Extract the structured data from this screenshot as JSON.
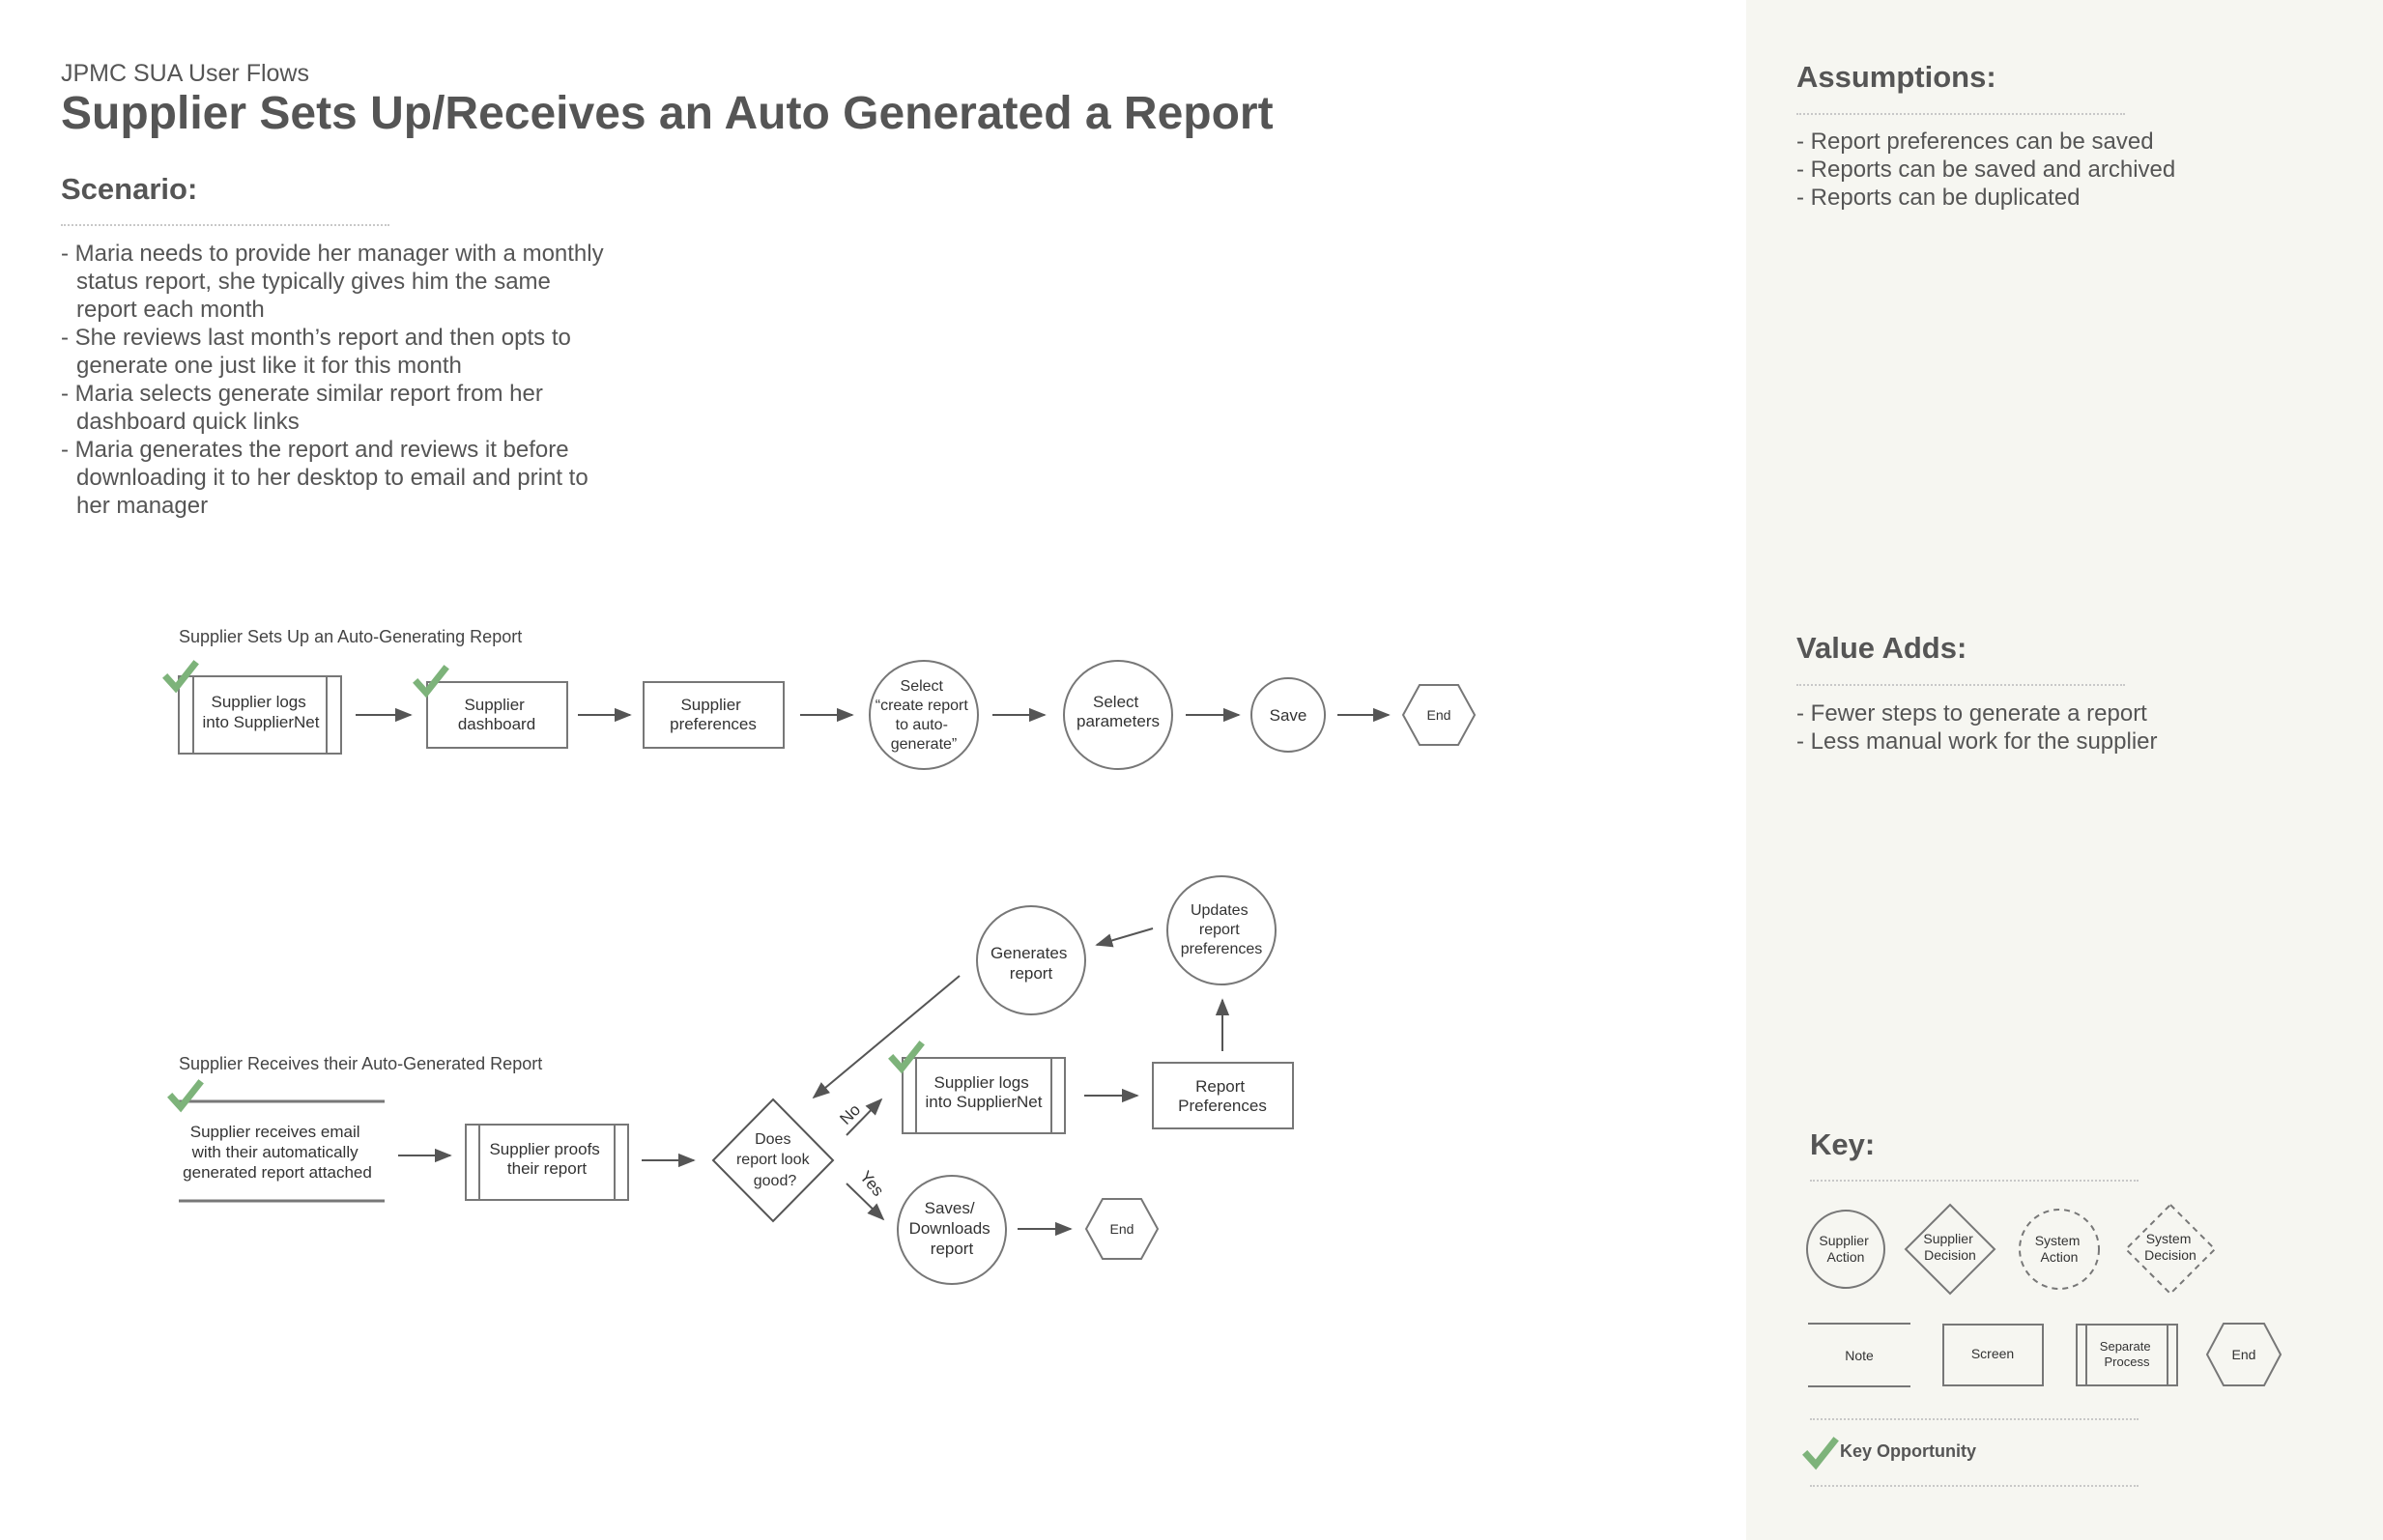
{
  "header": {
    "kicker": "JPMC SUA User Flows",
    "title": "Supplier Sets Up/Receives an Auto Generated a Report"
  },
  "scenario": {
    "heading": "Scenario:",
    "items": [
      "- Maria needs to provide her manager with a monthly status report, she typically gives him the same report each month",
      "- She reviews last month’s report and then opts to generate one just like it for this month",
      "- Maria selects generate similar report from her dashboard quick links",
      "- Maria generates the report and reviews it before downloading it to her desktop to email and print to her manager"
    ]
  },
  "assumptions": {
    "heading": "Assumptions:",
    "items": [
      "- Report preferences can be saved",
      "- Reports can be saved and archived",
      "- Reports can be duplicated"
    ]
  },
  "value_adds": {
    "heading": "Value Adds:",
    "items": [
      "- Fewer steps to generate a report",
      "- Less manual work for the supplier"
    ]
  },
  "flow1": {
    "label": "Supplier Sets Up an Auto-Generating Report",
    "nodes": {
      "logs": [
        "Supplier logs",
        "into SupplierNet"
      ],
      "dashboard": [
        "Supplier",
        "dashboard"
      ],
      "prefs": [
        "Supplier",
        "preferences"
      ],
      "select_create": [
        "Select",
        "“create report",
        "to auto-",
        "generate”"
      ],
      "select_params": [
        "Select",
        "parameters"
      ],
      "save": [
        "Save"
      ],
      "end": [
        "End"
      ]
    }
  },
  "flow2": {
    "label": "Supplier Receives their Auto-Generated Report",
    "nodes": {
      "receives_email": [
        "Supplier receives email",
        "with their automatically",
        "generated report attached"
      ],
      "proofs": [
        "Supplier proofs",
        "their report"
      ],
      "decision": [
        "Does",
        "report look",
        "good?"
      ],
      "logs": [
        "Supplier logs",
        "into SupplierNet"
      ],
      "report_prefs": [
        "Report",
        "Preferences"
      ],
      "updates": [
        "Updates",
        "report",
        "preferences"
      ],
      "generates": [
        "Generates",
        "report"
      ],
      "saves": [
        "Saves/",
        "Downloads",
        "report"
      ],
      "end": [
        "End"
      ]
    },
    "edge_no": "No",
    "edge_yes": "Yes"
  },
  "key": {
    "heading": "Key:",
    "supplier_action": [
      "Supplier",
      "Action"
    ],
    "supplier_decision": [
      "Supplier",
      "Decision"
    ],
    "system_action": [
      "System",
      "Action"
    ],
    "system_decision": [
      "System",
      "Decision"
    ],
    "note": [
      "Note"
    ],
    "screen": [
      "Screen"
    ],
    "separate_process": [
      "Separate",
      "Process"
    ],
    "end": [
      "End"
    ],
    "key_opportunity": "Key Opportunity"
  },
  "colors": {
    "check": "#7db37a",
    "stroke": "#777777",
    "sidebar_bg": "#f6f6f1",
    "text": "#555555"
  }
}
